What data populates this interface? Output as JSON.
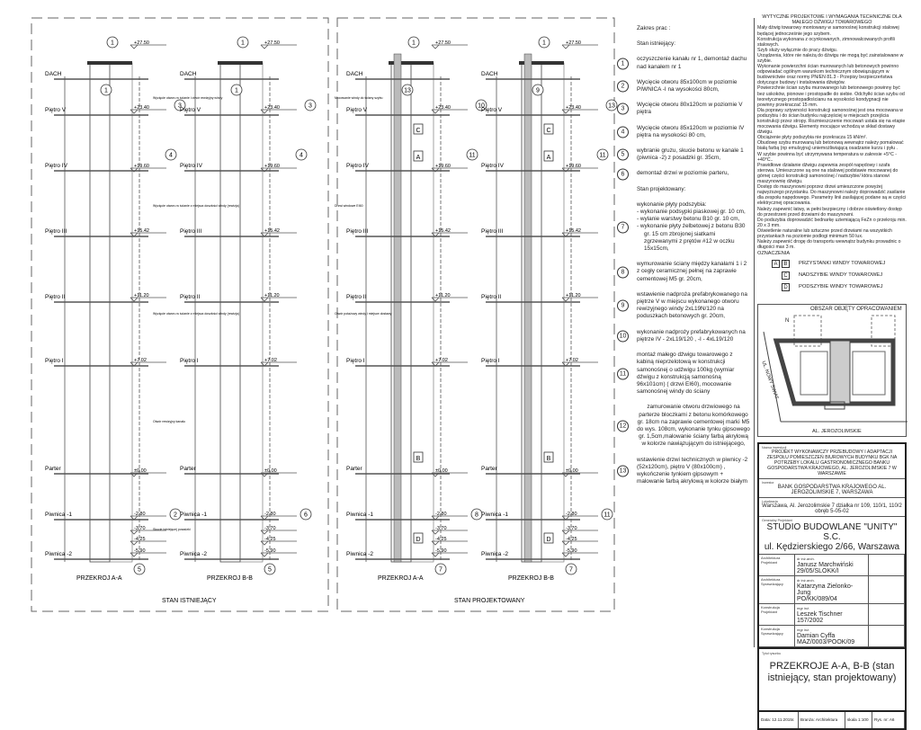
{
  "drawing": {
    "stages": [
      "STAN ISTNIEJĄCY",
      "STAN PROJEKTOWANY"
    ],
    "sections": [
      {
        "title": "PRZEKROJ A-A",
        "markers": [
          "1",
          "1",
          "3",
          "4",
          "2",
          "5"
        ],
        "notes": [
          "Wycięcie otworu w ścianie i otwór rewizyjny windy",
          "Wycięcie otworu w ścianie z miejsca doszłości windy (rewizja)",
          "Wycięcie otworu w ścianie z miejsca doszłości windy (rewizja)",
          "Otwór rewizyjny kanału",
          "Skucie istniejącej posadzki"
        ]
      },
      {
        "title": "PRZEKROJ B-B",
        "markers": [
          "1",
          "1",
          "3",
          "4",
          "6",
          "5"
        ],
        "notes": []
      },
      {
        "title": "PRZEKROJ A-A",
        "markers": [
          "1",
          "13",
          "10",
          "11",
          "8",
          "7"
        ],
        "notes": [
          "Mocowanie windy do ściany szybu",
          "Drzwi windowe EI60",
          "Otwór potażowy windy i miejsce dostawy"
        ]
      },
      {
        "title": "PRZEKROJ B-B",
        "markers": [
          "1",
          "9",
          "13",
          "11",
          "11",
          "7"
        ],
        "notes": []
      }
    ],
    "floors": [
      "DACH",
      "Piętro V",
      "Piętro IV",
      "Piętro III",
      "Piętro II",
      "Piętro I",
      "Parter",
      "Piwnica -1",
      "Piwnica -2"
    ],
    "elevations": [
      "+27.50",
      "+23.40",
      "+19.60",
      "+15.42",
      "+11.20",
      "+7.02",
      "±0.00",
      "-2.80",
      "-3.70",
      "-4.25",
      "-5.90"
    ],
    "stop_labels": [
      "C",
      "A",
      "B",
      "D"
    ]
  },
  "scope": {
    "heading": "Zakres prac :",
    "existing_heading": "Stan istniejący:",
    "projected_heading": "Stan projektowany:",
    "existing": [
      {
        "num": "1",
        "text": "oczyszczenie kanału nr 1, demontaż dachu nad kanałem nr 1"
      },
      {
        "num": "2",
        "text": "Wycięcie otworu 85x100cm w poziomie PIWNICA -I na wysokości 80cm,"
      },
      {
        "num": "3",
        "text": "Wycięcie otworu 80x120cm w poziomie V piętra"
      },
      {
        "num": "4",
        "text": "Wycięcie otworu 85x120cm w poziomie IV piętra na wysokości 80 cm,"
      },
      {
        "num": "5",
        "text": "wybranie gruzu, skucie betonu w kanale 1 (piwnica -2) z posadzki gr. 35cm,"
      },
      {
        "num": "6",
        "text": "demontaż drzwi w poziomie parteru,"
      }
    ],
    "item7": {
      "num": "7",
      "text": "wykonanie płyty podszybia:",
      "bullets": [
        "wykonanie podsypki piaskowej gr. 10 cm,",
        "wylanie warstwy betonu B10 gr. 10 cm,",
        "wykonanie płyty żelbetowej z betonu B30 gr. 15 cm zbrojonej siatkami zgrzewanymi z prętów #12 w oczku 15x15cm,"
      ]
    },
    "projected": [
      {
        "num": "8",
        "text": "wymurowanie ściany między kanałami 1 i 2 z cegły ceramicznej pełnej na zaprawie cementowej M5 gr. 20cm,"
      },
      {
        "num": "9",
        "text": "wstawienie nadproża prefabrykowanego na piętrze V w miejscu wykonanego otworu rewizyjnego windy 2xL19N/120 na poduszkach betonowych gr. 20cm,"
      },
      {
        "num": "10",
        "text": "wykonanie nadproży prefabrykowanych na piętrze IV - 2xL19/120 , -I - 4xL19/120"
      },
      {
        "num": "11",
        "text": "montaż małego dźwigu towarowego z kabiną nieprzelotową w konstrukcji samonośnej o udźwigu 100kg (wymiar dźwigu z konstrukcją samonośną 96x101cm) ( drzwi EI60), mocowanie samonośnej windy do ściany"
      },
      {
        "num": "12",
        "text": "zamurowanie otworu drzwiowego na parterze bloczkami z betonu komórkowego gr. 18cm na zaprawie cementowej marki M5 do wys. 108cm, wykonanie tynku gipsowego gr. 1,5cm,malowanie ściany farbą akrylową w kolorze nawiązującym do istniejącego,"
      },
      {
        "num": "13",
        "text": "wstawienie drzwi technicznych w piwnicy -2 (52x120cm), piętro V (80x100cm) , wykończenie tynkiem gipsowym + malowanie farbą akrylową w kolorze białym"
      }
    ]
  },
  "guidelines": {
    "title": "WYTYCZNE PROJEKTOWE I WYMAGANIA TECHNICZNE DLA MAŁEGO DŹWIGU TOWAROWEGO",
    "paragraphs": [
      "Mały dźwig towarowy montowany w samonośnej konstrukcji stalowej będącej jednocześnie jego szybem.",
      "Konstrukcja wykonana z ocynkowanych, zimnowalcowanych profili stalowych.",
      "Szyb służy wyłącznie do pracy dźwigu.",
      "Urządzenia, które nie należą do dźwigu nie mogą być zainstalowane w szybie.",
      "Wykonanie powierzchni ścian murowanych lub betonowych powinno odpowiadać ogólnym warunkom technicznym obowiązującym w budownictwie oraz normy PN/EN 81.3 - Przepisy bezpieczeństwa dotyczące budowy i instalowania dźwigów.",
      "Powierzchnie ścian szybu murowanego lub betonowego powinny być bez uskoków, pionowe i prostopadłe do siebie. Odchyłki ścian szybu od teoretycznego prostopadłościanu na wysokości kondygnacji nie powinny przekraczać 15 mm.",
      "Dla poprawy sztywności konstrukcji samonośnej jest ona mocowana w podszybiu i do ścian budynku najczęściej w miejscach przejścia konstrukcji przez stropy. Rozmieszczenie mocowań ustala się na etapie mocowania dźwigu. Elementy mocujące wchodzą w skład dostawy dźwigu.",
      "Obciążenie płyty podszybia nie przekracza 15 kN/m².",
      "Obudowę szybu murowaną lub betonową wewnątrz należy pomalować białą farbą (np emulsyjną) uniemożliwiającą osadzanie kurzu i pyłu .",
      "W szybie powinna być utrzymywana temperatura w zakresie +5°C - +40°C..",
      "Prawidłowe działanie dźwigu zapewnia zespół napędowy i szafa sterowa. Umieszczone są one na stalowej podstawie mocowanej do górnej części konstrukcji samonośnej / nadszybie/ która stanowi maszynownię dźwigu.",
      "Dostęp do maszynowni poprzez drzwi umieszczone powyżej najwyższego przystanku. Do maszynowni należy doprowadzić zasilanie dla zespołu napędowego. Parametry linii zasilającej podane są w części elektrycznej opracowania.",
      "Należy zapewnić łatwy, w pełni bezpieczny i dobrze oświetlony dostęp do przestrzeni przed drzwiami do maszynowni.",
      "Do podszybia doprowadzić bednarkę uziemiającą FeZn o przekroju min. 20 x 3 mm.",
      "Oświetlenie naturalne lub sztuczne przed drzwiami na wszystkich przystankach na poziomie podłogi minimum 50 lux.",
      "Należy zapewnić drogę do transportu wewnątrz budynku prowadnic o długości max 3 m."
    ],
    "legend_title": "OZNACZENIA",
    "legend": [
      {
        "codes": [
          "A",
          "B"
        ],
        "text": "PRZYSTANKI WINDY TOWAROWEJ"
      },
      {
        "codes": [
          "C"
        ],
        "text": "NADSZYBIE WINDY TOWAROWEJ"
      },
      {
        "codes": [
          "D"
        ],
        "text": "PODSZYBIE WINDY TOWAROWEJ"
      }
    ]
  },
  "map": {
    "title": "OBSZAR OBJĘTY OPRACOWANIEM",
    "street_bottom": "AL. JEROZOLIMSKIE",
    "street_left": "UL. NOWY ŚWIAT",
    "north": "N"
  },
  "titleblock": {
    "project_label": "Nazwa inwestycji",
    "project": "PROJEKT WYKONAWCZY PRZEBUDOWY I ADAPTACJI ZESPOŁU POMIESZCZEŃ BIUROWYCH BUDYNKU BGK NA POTRZEBY LOKALU GASTRONOMICZNEGO BANKU GOSPODARSTWA KRAJOWEGO, AL. JEROZOLIMSKIE 7 W WARSZAWIE",
    "investor_label": "Inwestor",
    "investor": "BANK GOSPODARSTWA KRAJOWEGO AL. JEROZOLIMSKIE 7, WARSZAWA",
    "location_label": "Lokalizacja",
    "location": "Warszawa, Al. Jerozolimskie 7 działka nr 109, 110/1, 110/2 obręb 5-05-02",
    "designer_label": "Generalny Projektant",
    "designer_name": "STUDIO BUDOWLANE \"UNITY\" S.C.",
    "designer_address": "ul. Kędzierskiego 2/66, Warszawa",
    "people": [
      {
        "role": "Architektura Projektant",
        "title": "dr inż.arch.",
        "name": "Janusz Marchwiński",
        "license": "29/05/SLOKK/I"
      },
      {
        "role": "Architektura Sprawdzający",
        "title": "dr inż.arch.",
        "name": "Katarzyna Zielonko-Jung",
        "license": "PO/KK/089/04"
      },
      {
        "role": "Konstrukcja Projektant",
        "title": "mgr inż.",
        "name": "Leszek Tischner",
        "license": "157/2002"
      },
      {
        "role": "Konstrukcja Sprawdzający",
        "title": "mgr inż.",
        "name": "Damian Cyffa",
        "license": "MAZ/0003/POOK/09"
      }
    ],
    "drawing_title_label": "Tytuł rysunku",
    "drawing_title": "PRZEKROJE A-A, B-B (stan istniejący, stan projektowany)",
    "date": "Data: 12.11.2015r.",
    "branch": "Branża: Architektura",
    "scale": "skala 1:100",
    "sheet": "Rys. nr: A6"
  }
}
